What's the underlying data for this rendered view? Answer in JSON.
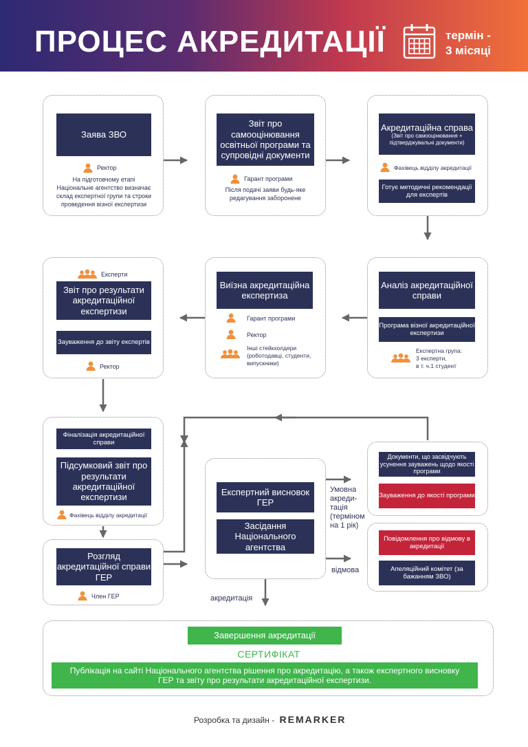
{
  "header": {
    "title": "ПРОЦЕС АКРЕДИТАЦІЇ",
    "term_line1": "термін -",
    "term_line2": "3 місяці"
  },
  "step1": {
    "box": "Заява ЗВО",
    "role": "Ректор",
    "note": "На підготовчому етапі Національне агентство визначає склад експертної групи та строки проведення візної експертизи"
  },
  "step2": {
    "box": "Звіт про самооцінювання освітньої програми та супровідні документи",
    "role": "Гарант програми",
    "note": "Після подачі заяви будь-яке редагування заборонене"
  },
  "step3": {
    "box_title": "Акредитаційна справа",
    "box_sub": "(Звіт про самооцінювання + підтверджувальні документи)",
    "role": "Фахівець відділу акредитації",
    "box2": "Готує методичні рекомендації для експертів"
  },
  "step4": {
    "box": "Аналіз акредитаційної справи",
    "box2": "Програма візної акредитаційної експертизи",
    "group_line1": "Експертна група:",
    "group_line2": "3 експерти,",
    "group_line3": "в т. ч.1 студент"
  },
  "step5": {
    "box": "Виїзна акредитаційна експертиза",
    "role1": "Гарант програми",
    "role2": "Ректор",
    "role3": "Інші стейкхолдери (роботодавці, студенти, випускники)"
  },
  "step6": {
    "role_top": "Експерти",
    "box": "Звіт про результати акредитаційної експертизи",
    "box2": "Зауваження до звіту експертів",
    "role": "Ректор"
  },
  "step7": {
    "box1": "Фіналізація акредитаційної справи",
    "box2": "Підсумковий звіт про результати акредитаційної експертизи",
    "role": "Фахівець відділу акредитації"
  },
  "step8": {
    "box": "Розгляд акредитаційної справи ГЕР",
    "role": "Член ГЕР"
  },
  "step9": {
    "box1": "Експертний висновок ГЕР",
    "box2": "Засідання Національного агентства"
  },
  "cond": {
    "box1": "Документи, що засвідчують усунення зауважень щодо якості програми",
    "box2": "Зауваження до якості програми",
    "label": "Умовна акреди-тація (терміном на 1 рік)"
  },
  "refuse": {
    "box1": "Повідомлення про відмову в акредитації",
    "box2": "Апеляційний комітет (за бажанням ЗВО)",
    "label": "відмова"
  },
  "accr_label": "акредитація",
  "final": {
    "box1": "Завершення акредитації",
    "cert": "СЕРТИФІКАТ",
    "box2": "Публікація на сайті Національного агентства рішення про акредитацію, а також експертного висновку ГЕР та звіту про результати акредитаційної експертизи."
  },
  "footer": {
    "text": "Розробка та дизайн -",
    "brand": "REMARKER"
  },
  "colors": {
    "navy": "#2c3257",
    "red": "#c4243a",
    "green": "#3fb54b",
    "orange": "#f0903a"
  }
}
